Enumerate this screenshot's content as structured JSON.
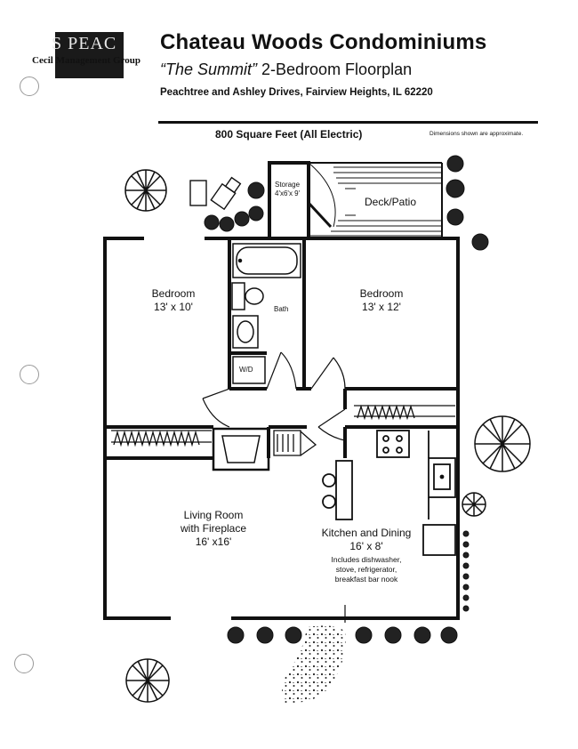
{
  "logo": {
    "big": "S PEAC",
    "small": "Cecil Management Group"
  },
  "header": {
    "title": "Chateau Woods Condominiums",
    "subtitle_name": "“The Summit”",
    "subtitle_rest": " 2-Bedroom Floorplan",
    "address": "Peachtree and Ashley Drives, Fairview Heights, IL 62220",
    "square_feet": "800 Square Feet (All Electric)",
    "dimensions_note": "Dimensions shown are approximate."
  },
  "rooms": {
    "storage_name": "Storage",
    "storage_dims": "4'x6'x 9'",
    "deck": "Deck/Patio",
    "bedroom1_name": "Bedroom",
    "bedroom1_dims": "13' x 10'",
    "bath": "Bath",
    "wd": "W/D",
    "bedroom2_name": "Bedroom",
    "bedroom2_dims": "13' x 12'",
    "living_line1": "Living Room",
    "living_line2": "with Fireplace",
    "living_dims": "16' x16'",
    "kitchen_name": "Kitchen and Dining",
    "kitchen_dims": "16' x 8'",
    "kitchen_note1": "Includes dishwasher,",
    "kitchen_note2": "stove, refrigerator,",
    "kitchen_note3": "breakfast bar nook"
  }
}
